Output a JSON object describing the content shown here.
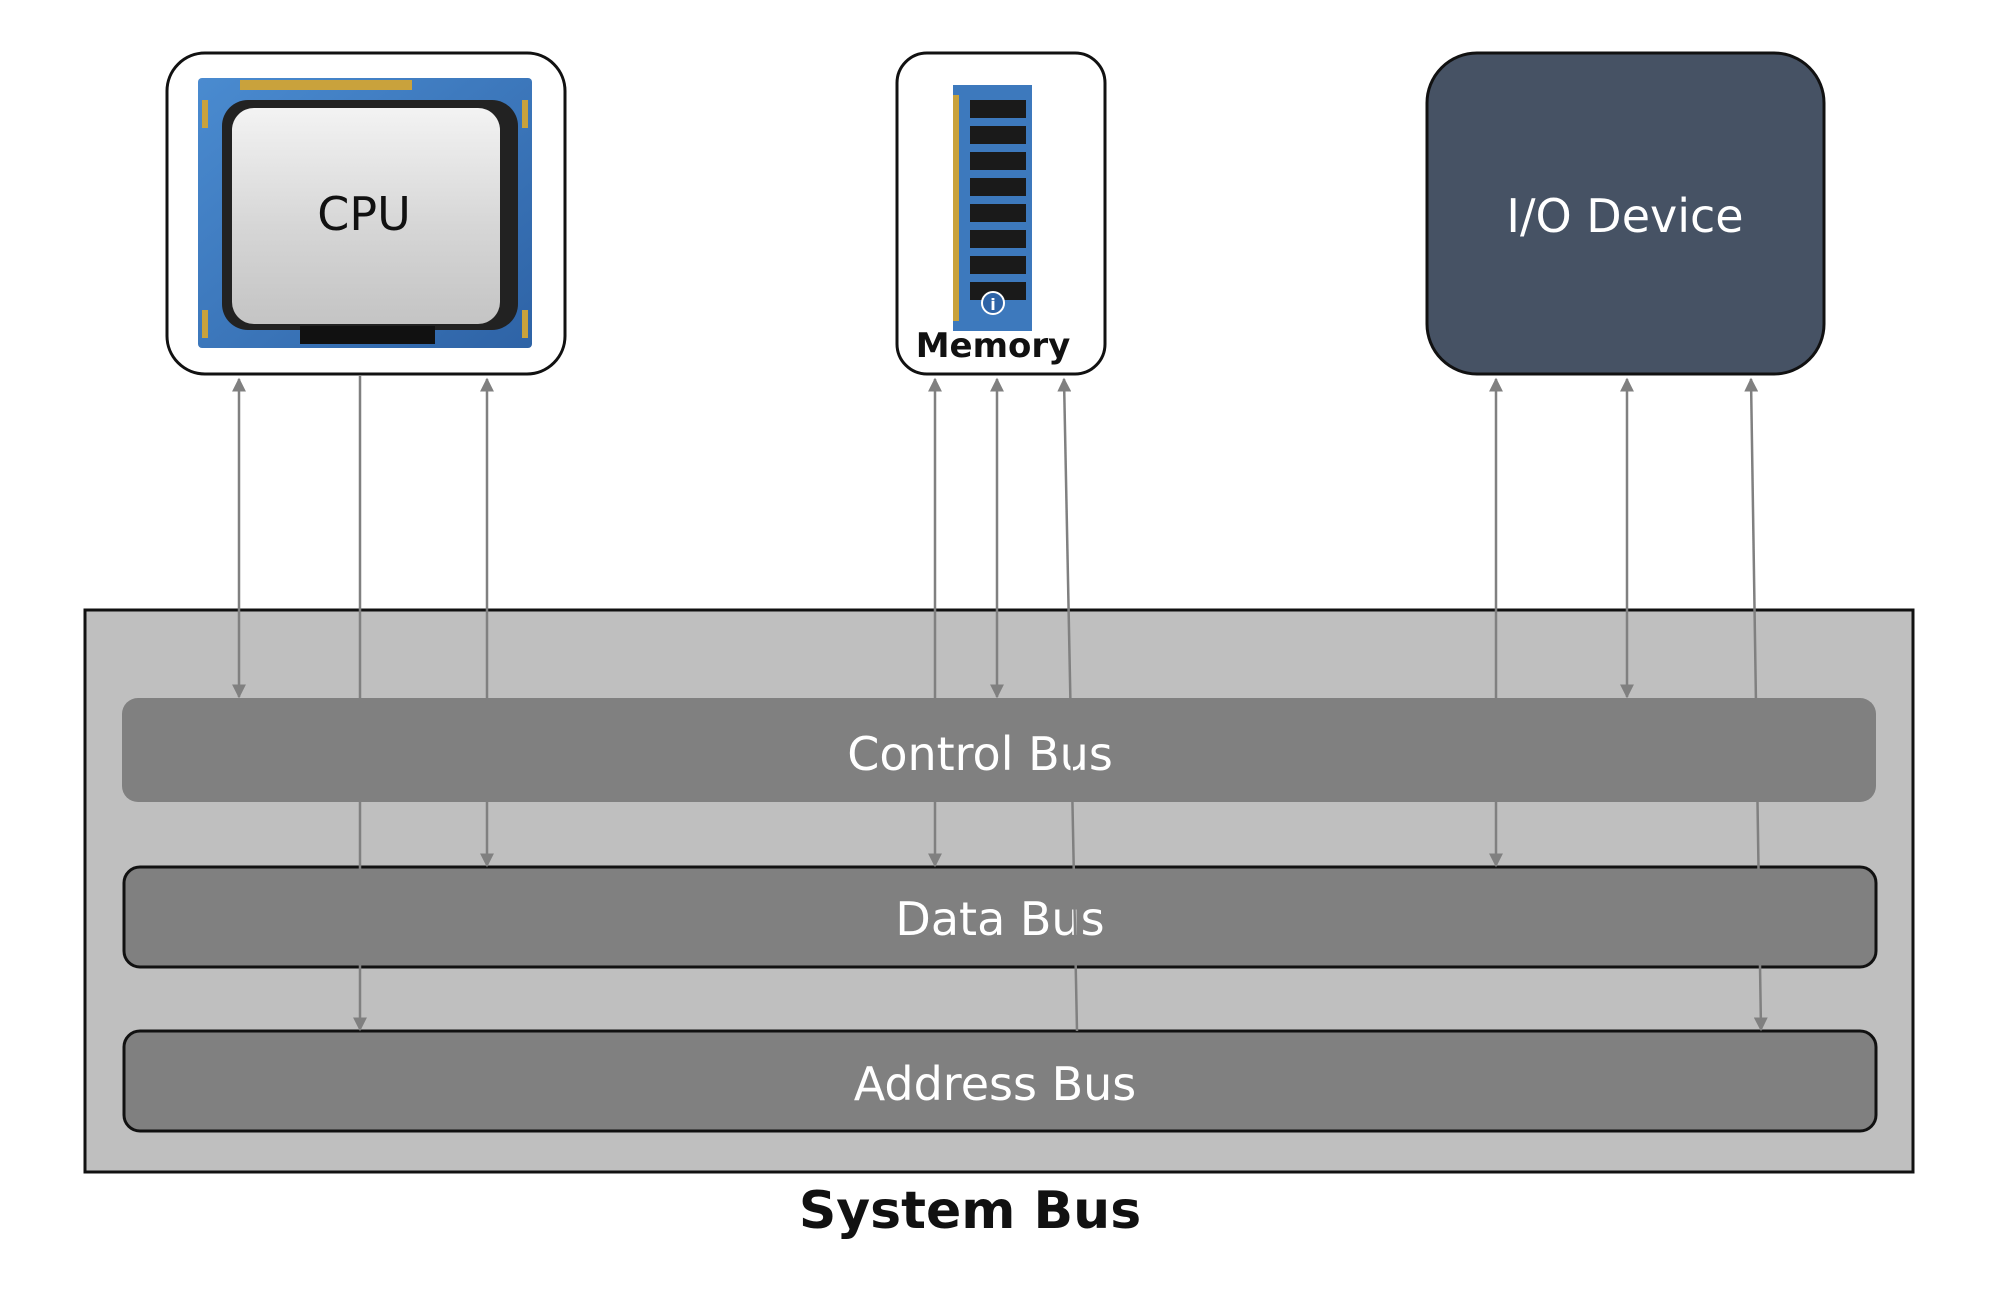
{
  "components": {
    "cpu": {
      "label": "CPU"
    },
    "memory": {
      "label": "Memory"
    },
    "io": {
      "label": "I/O Device"
    }
  },
  "buses": {
    "control": {
      "label": "Control Bus"
    },
    "data": {
      "label": "Data Bus"
    },
    "address": {
      "label": "Address Bus"
    }
  },
  "system_bus": {
    "label": "System Bus"
  },
  "colors": {
    "io_box": "#465264",
    "system_bus_fill": "#bfbfbf",
    "bus_fill": "#808080",
    "connector": "#808080",
    "chip_blue": "#3d79bd",
    "chip_gold": "#c9a23c"
  },
  "connections": [
    {
      "from": "cpu",
      "to": "control-bus",
      "direction": "bidirectional"
    },
    {
      "from": "cpu",
      "to": "address-bus",
      "direction": "to-bus"
    },
    {
      "from": "cpu",
      "to": "data-bus",
      "direction": "bidirectional"
    },
    {
      "from": "memory",
      "to": "data-bus",
      "direction": "bidirectional"
    },
    {
      "from": "memory",
      "to": "control-bus",
      "direction": "bidirectional"
    },
    {
      "from": "memory",
      "to": "address-bus",
      "direction": "to-device"
    },
    {
      "from": "io",
      "to": "data-bus",
      "direction": "bidirectional"
    },
    {
      "from": "io",
      "to": "control-bus",
      "direction": "bidirectional"
    },
    {
      "from": "io",
      "to": "address-bus",
      "direction": "bidirectional"
    }
  ]
}
